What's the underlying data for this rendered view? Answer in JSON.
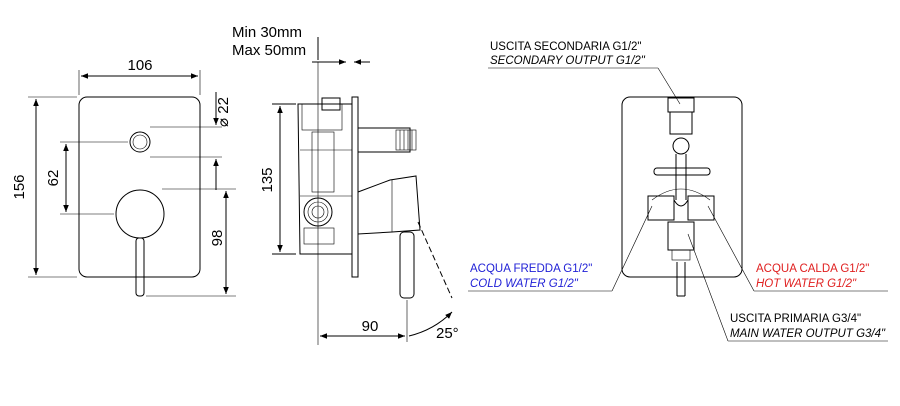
{
  "front_view": {
    "width_dim": "106",
    "height_dim": "156",
    "button_offset_dim": "62",
    "diameter_dim": "⌀ 22",
    "handle_offset_dim": "98"
  },
  "side_view": {
    "min_depth": "Min 30mm",
    "max_depth": "Max 50mm",
    "height_dim": "135",
    "depth_dim": "90",
    "angle_dim": "25°"
  },
  "rear_view": {
    "secondary_it": "USCITA SECONDARIA G1/2\"",
    "secondary_en": "SECONDARY OUTPUT G1/2\"",
    "cold_it": "ACQUA FREDDA G1/2\"",
    "cold_en": "COLD WATER G1/2\"",
    "hot_it": "ACQUA CALDA G1/2\"",
    "hot_en": "HOT WATER G1/2\"",
    "main_it": "USCITA PRIMARIA G3/4\"",
    "main_en": "MAIN WATER OUTPUT G3/4\""
  },
  "colors": {
    "line": "#000000",
    "cold": "#1f1fd6",
    "hot": "#e02020"
  }
}
